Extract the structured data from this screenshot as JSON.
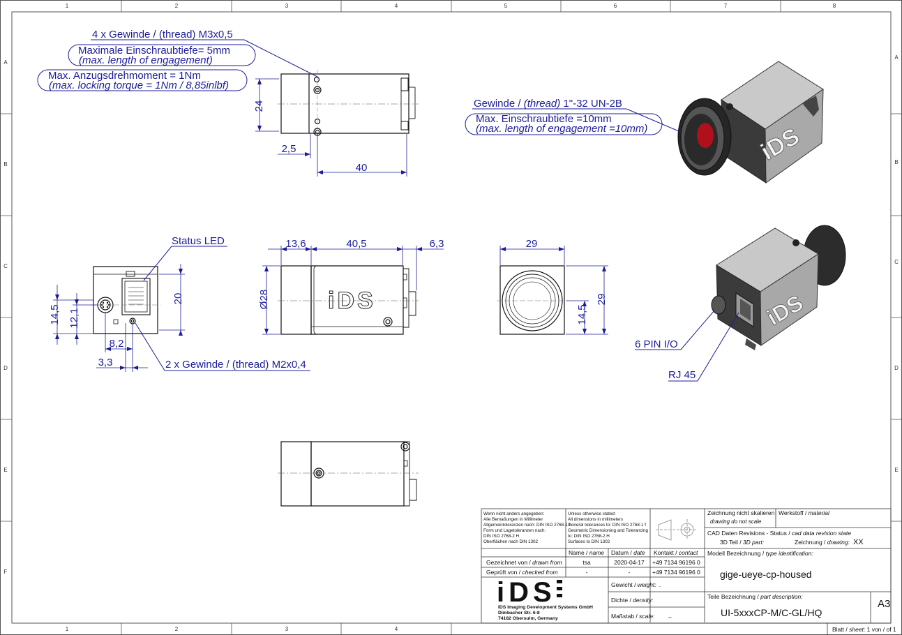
{
  "grid": {
    "columns": [
      "1",
      "2",
      "3",
      "4",
      "5",
      "6",
      "7",
      "8"
    ],
    "rows": [
      "A",
      "B",
      "C",
      "D",
      "E",
      "F"
    ]
  },
  "callouts": {
    "thread_m3": "4 x Gewinde / (thread) M3x0,5",
    "depth_5_de": "Maximale Einschraubtiefe= 5mm",
    "depth_5_en": "(max. length of engagement)",
    "torque_de": "Max. Anzugsdrehmoment = 1Nm",
    "torque_en": "(max. locking torque = 1Nm / 8,85inlbf)",
    "thread_c_de": "Gewinde / ",
    "thread_c_en": "(thread)",
    "thread_c_spec": " 1\"-32 UN-2B",
    "depth_10_de": "Max. Einschraubtiefe =10mm",
    "depth_10_en": "(max. length of engagement =10mm)",
    "status_led": "Status LED",
    "thread_m2": "2 x Gewinde / (thread) M2x0,4",
    "pin_io": "6 PIN I/O",
    "rj45": "RJ 45"
  },
  "dimensions": {
    "d24": "24",
    "d2_5": "2,5",
    "d40": "40",
    "d13_6": "13,6",
    "d40_5": "40,5",
    "d6_3": "6,3",
    "d28": "Ø28",
    "d29_w": "29",
    "d29_h": "29",
    "d14_5_r": "14,5",
    "d14_5_l": "14,5",
    "d12_1": "12,1",
    "d20": "20",
    "d8_2": "8,2",
    "d3_3": "3,3"
  },
  "logo": {
    "text": "iDS"
  },
  "title_block": {
    "gen_de_1": "Wenn nicht anders angegeben:",
    "gen_de_2": "Alle Bemaßungen in Millimeter",
    "gen_de_3": "Allgemeintoleranzen nach: DIN ISO 2768-1 f",
    "gen_de_4": "Form und Lagetoleranzen nach:",
    "gen_de_5": "DIN ISO 2768-2 H",
    "gen_de_6": "Oberflächen nach DIN 1302",
    "gen_en_1": "Unless otherwise stated:",
    "gen_en_2": "All dimensions in millimeters",
    "gen_en_3": "General tolerances to: DIN ISO 2768-1 f",
    "gen_en_4": "Geometric Dimensioning and Tolerancing",
    "gen_en_5": "to: DIN ISO 2768-2 H",
    "gen_en_6": "Surfaces to DIN 1302",
    "no_scale_de": "Zeichnung nicht skalieren",
    "no_scale_en": "drawing do not scale",
    "material_de": "Werkstoff / ",
    "material_en": "material",
    "cad_de": "CAD Daten Revisions - Status / ",
    "cad_en": "cad data revision state",
    "part3d_de": "3D Teil / ",
    "part3d_en": "3D part:",
    "drawing_de": "Zeichnung / ",
    "drawing_en": "drawing:",
    "drawing_value": "XX",
    "col_name": "Name / ",
    "col_name_en": "name",
    "col_date": "Datum / ",
    "col_date_en": "date",
    "col_contact": "Kontakt / ",
    "col_contact_en": "contact",
    "drawn_de": "Gezeichnet von / ",
    "drawn_en": "drawn from",
    "drawn_name": "tsa",
    "drawn_date": "2020-04-17",
    "drawn_contact": "+49 7134 96196 0",
    "checked_de": "Geprüft von / ",
    "checked_en": "checked from",
    "checked_name": "-",
    "checked_date": "-",
    "checked_contact": "+49 7134 96196 0",
    "model_label_de": "Modell Bezeichnung / ",
    "model_label_en": "type identification:",
    "model_value": "gige-ueye-cp-housed",
    "weight_de": "Gewicht / ",
    "weight_en": "weight:",
    "weight_value": ".",
    "density_de": "Dichte / ",
    "density_en": "density:",
    "scale_de": "Maßstab / ",
    "scale_en": "scale:",
    "scale_value": "–",
    "part_label_de": "Teile Bezeichnung / ",
    "part_label_en": "part description:",
    "part_value": "UI-5xxxCP-M/C-GL/HQ",
    "sheet_size": "A3",
    "company_1": "IDS Imaging Development Systems GmbH",
    "company_2": "Dimbacher Str. 6-8",
    "company_3": "74182 Obersulm, Germany",
    "sheet_de": "Blatt / ",
    "sheet_en": "sheet",
    "sheet_value": ": 1 von / of 1"
  },
  "colors": {
    "dimension": "#1c1c9a",
    "line": "#111111",
    "frame": "#555555",
    "lens_red": "#b0101c"
  }
}
